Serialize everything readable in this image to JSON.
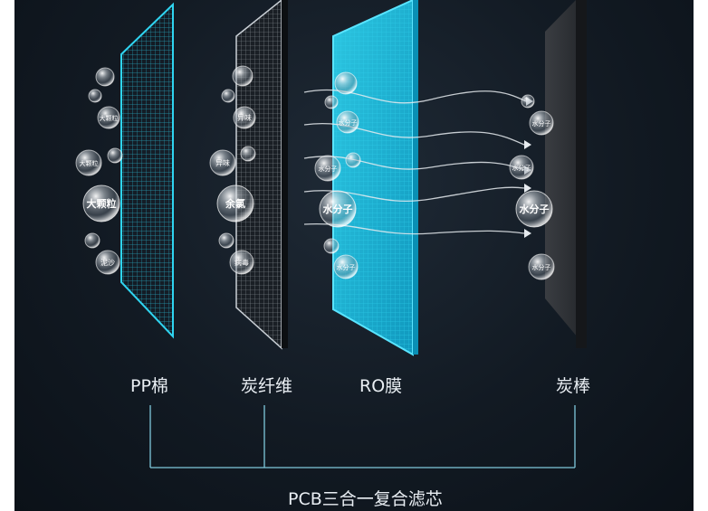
{
  "layers": [
    {
      "name": "PP棉"
    },
    {
      "name": "炭纤维"
    },
    {
      "name": "RO膜"
    },
    {
      "name": "炭棒"
    }
  ],
  "pp_bubbles": [
    "大颗粒",
    "大颗粒",
    "大颗粒",
    "泥沙"
  ],
  "carbon_fiber_bubbles": [
    "异味",
    "异味",
    "余氯",
    "病毒"
  ],
  "ro_bubbles": [
    "水分子",
    "水分子",
    "水分子",
    "水分子"
  ],
  "rod_bubbles": [
    "水分子",
    "水分子",
    "水分子",
    "水分子"
  ],
  "composite_title": "PCB三合一复合滤芯",
  "colors": {
    "cyan": "#19c6e6",
    "background": "#121a23",
    "text": "#e9eef3"
  }
}
